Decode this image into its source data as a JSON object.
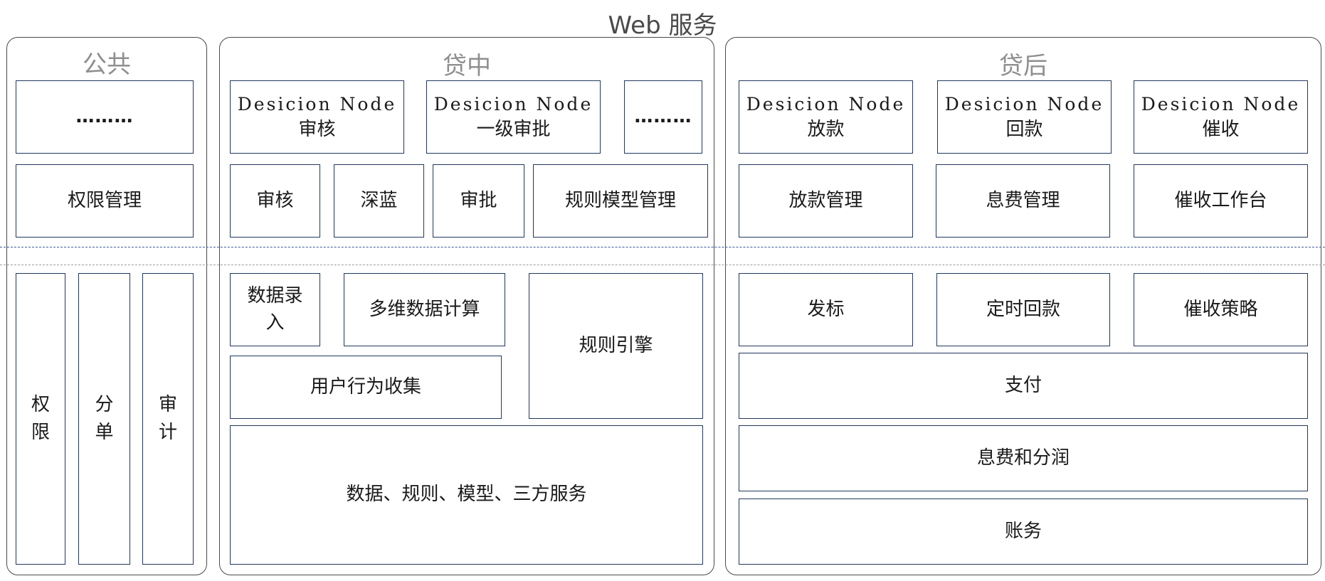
{
  "title": "Web 服务",
  "panels": {
    "public": {
      "title": "公共",
      "top": {
        "ellipsis": "………",
        "perm": "权限管理"
      },
      "bottom": {
        "perm": "权限",
        "split": "分单",
        "audit": "审计"
      }
    },
    "mid": {
      "title": "贷中",
      "nodes": [
        {
          "title": "Desicion Node",
          "sub": "审核"
        },
        {
          "title": "Desicion Node",
          "sub": "一级审批"
        }
      ],
      "ellipsis": "………",
      "modules": [
        "审核",
        "深蓝",
        "审批",
        "规则模型管理"
      ],
      "bottom": {
        "data_entry": "数据录入",
        "multi_dim": "多维数据计算",
        "behavior": "用户行为收集",
        "rule_engine": "规则引擎",
        "services": "数据、规则、模型、三方服务"
      }
    },
    "post": {
      "title": "贷后",
      "nodes": [
        {
          "title": "Desicion Node",
          "sub": "放款"
        },
        {
          "title": "Desicion Node",
          "sub": "回款"
        },
        {
          "title": "Desicion Node",
          "sub": "催收"
        }
      ],
      "modules": [
        "放款管理",
        "息费管理",
        "催收工作台"
      ],
      "bottom": {
        "bid": "发标",
        "scheduled": "定时回款",
        "strategy": "催收策略",
        "payment": "支付",
        "fee_split": "息费和分润",
        "accounting": "账务"
      }
    }
  },
  "colors": {
    "box_border": "#22375e",
    "panel_border": "#4a4a4a",
    "divider": "#3b5a9a",
    "panel_title": "#8f8f8f"
  }
}
